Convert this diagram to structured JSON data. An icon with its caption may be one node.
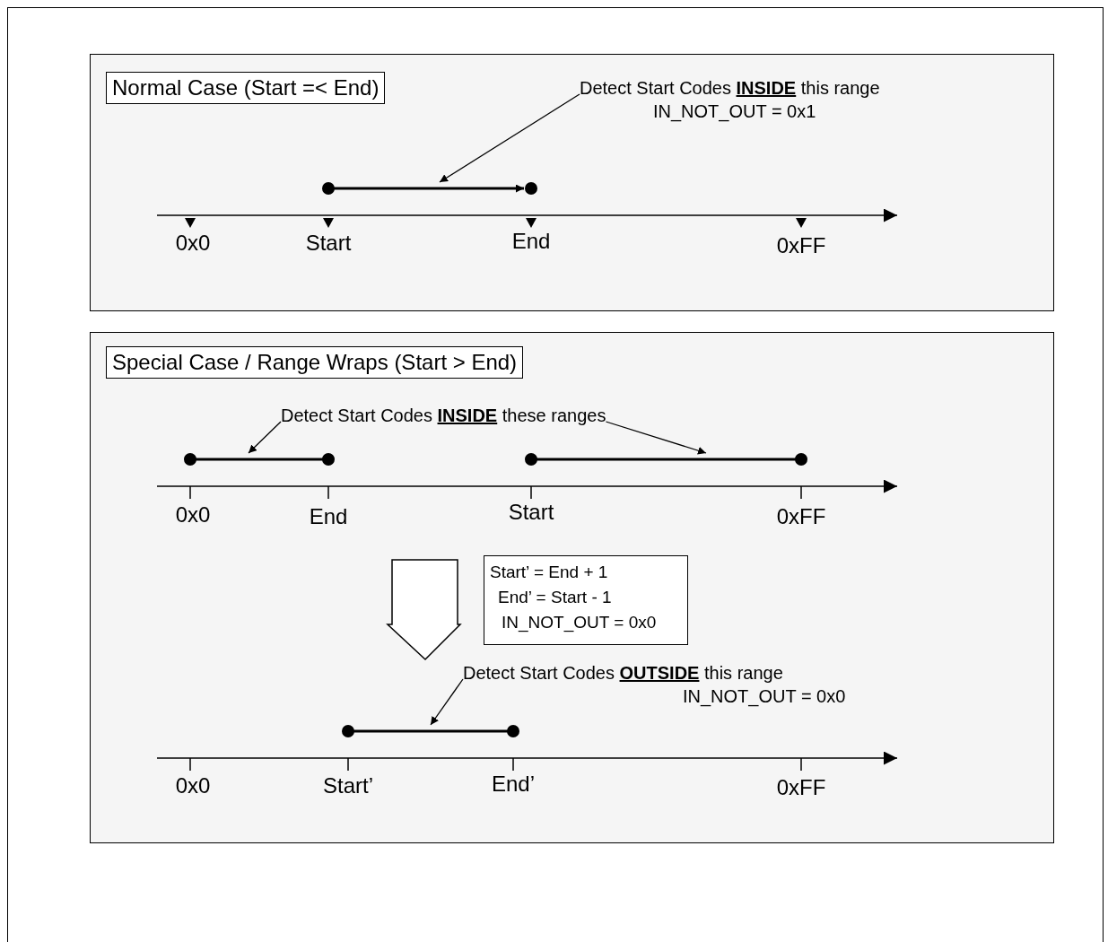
{
  "diagram": {
    "nodes": [
      {
        "text": [],
        "shape": "box"
      },
      {
        "text": [
          "Normal Case (Start =< End)"
        ],
        "in": 0
      },
      {
        "text": [
          "Detect Start Codes **INSIDE** this range",
          "IN_NOT_OUT = 0x1"
        ],
        "in": 0
      },
      {
        "text": [],
        "shape": "bar",
        "in": 0
      },
      {
        "text": [],
        "shape": "box"
      },
      {
        "text": [
          "Special Case / Range Wraps (Start > End)"
        ],
        "in": 4
      },
      {
        "text": [
          "Detect Start Codes **INSIDE** these ranges"
        ],
        "in": 4
      },
      {
        "text": [],
        "shape": "bar",
        "in": 4
      },
      {
        "text": [],
        "shape": "bar",
        "in": 4
      },
      {
        "text": [
          "Start’ = End + 1",
          "End’ = Start - 1",
          "IN_NOT_OUT = 0x0"
        ],
        "in": 4
      },
      {
        "text": [
          "Detect Start Codes **OUTSIDE** this range",
          "IN_NOT_OUT = 0x0"
        ],
        "in": 4
      },
      {
        "text": [],
        "shape": "bar",
        "in": 4
      }
    ],
    "edges": [
      {
        "from": 2,
        "to": 3,
        "arrow": "to"
      },
      {
        "from": 6,
        "to": 7,
        "arrow": "to"
      },
      {
        "from": 6,
        "to": 8,
        "arrow": "to"
      },
      {
        "from": 10,
        "to": 11,
        "arrow": "to"
      }
    ],
    "labels": [
      "0x0",
      "Start",
      "End",
      "0xFF",
      "0x0",
      "End",
      "Start",
      "0xFF",
      "0x0",
      "Start’",
      "End’",
      "0xFF"
    ]
  }
}
